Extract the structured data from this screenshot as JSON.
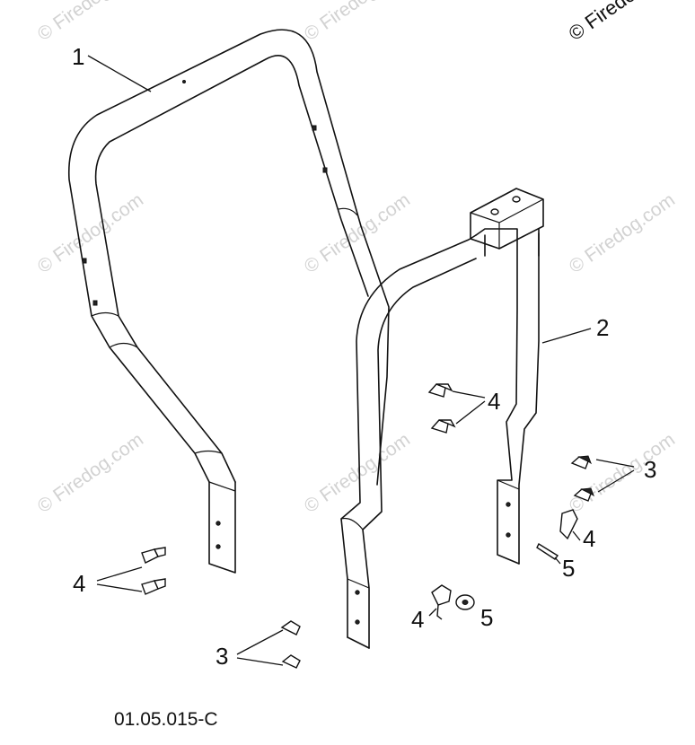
{
  "watermark": {
    "text": "© Firedog.com",
    "corner_text": "© Firedo"
  },
  "diagram": {
    "code": "01.05.015-C",
    "callouts": {
      "part_1": "1",
      "part_2": "2",
      "bolts_left": "4",
      "bolts_center": "4",
      "screws_right": "3",
      "bolt_right": "4",
      "pin_right": "5",
      "bolt_bottom": "4",
      "washer_bottom": "5",
      "screws_bottom": "3"
    }
  }
}
